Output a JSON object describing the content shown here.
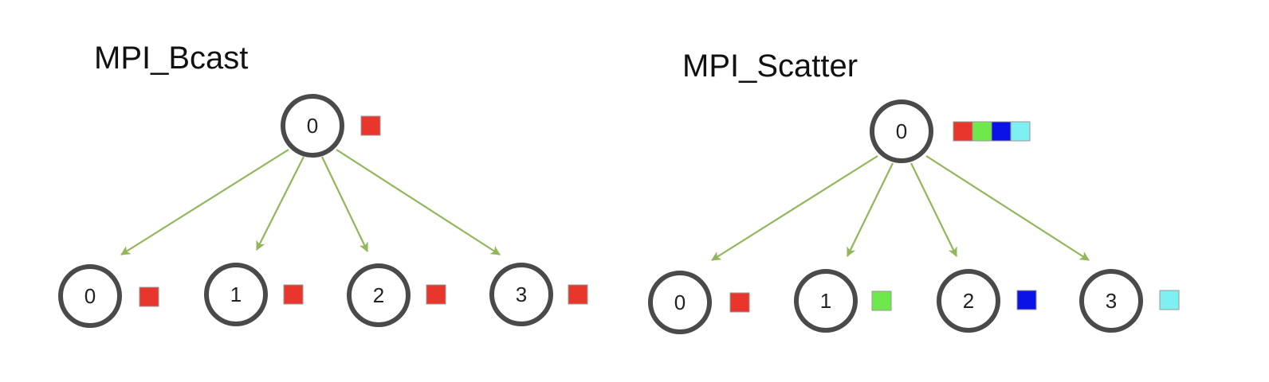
{
  "palette": {
    "red": "#e8362c",
    "green": "#6ee84a",
    "blue": "#0a12e8",
    "cyan": "#7ff0f2",
    "edge": "#92b65a",
    "node_stroke": "#4a4a4a"
  },
  "diagrams": [
    {
      "id": "bcast",
      "title": "MPI_Bcast",
      "root": {
        "label": "0",
        "data": [
          "red"
        ]
      },
      "children": [
        {
          "label": "0",
          "data": [
            "red"
          ]
        },
        {
          "label": "1",
          "data": [
            "red"
          ]
        },
        {
          "label": "2",
          "data": [
            "red"
          ]
        },
        {
          "label": "3",
          "data": [
            "red"
          ]
        }
      ]
    },
    {
      "id": "scatter",
      "title": "MPI_Scatter",
      "root": {
        "label": "0",
        "data": [
          "red",
          "green",
          "blue",
          "cyan"
        ]
      },
      "children": [
        {
          "label": "0",
          "data": [
            "red"
          ]
        },
        {
          "label": "1",
          "data": [
            "green"
          ]
        },
        {
          "label": "2",
          "data": [
            "blue"
          ]
        },
        {
          "label": "3",
          "data": [
            "cyan"
          ]
        }
      ]
    }
  ]
}
